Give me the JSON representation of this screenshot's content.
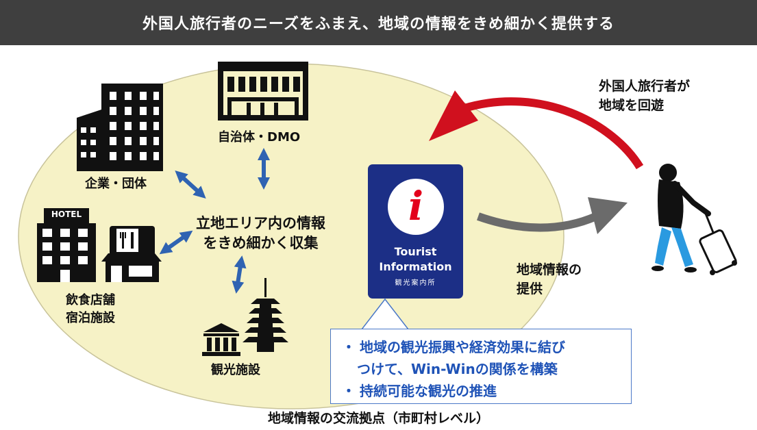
{
  "banner": {
    "title": "外国人旅行者のニーズをふまえ、地域の情報をきめ細かく提供する"
  },
  "center": {
    "line1": "立地エリア内の情報",
    "line2": "をきめ細かく収集"
  },
  "nodes": {
    "municipality": "自治体・DMO",
    "company": "企業・団体",
    "hotel_sign": "HOTEL",
    "restaurant_line1": "飲食店舗",
    "restaurant_line2": "宿泊施設",
    "tourism": "観光施設"
  },
  "tourist_info": {
    "icon_letter": "i",
    "line1": "Tourist",
    "line2": "Information",
    "line3": "観光案内所"
  },
  "traveler": {
    "line1": "外国人旅行者が",
    "line2": "地域を回遊"
  },
  "provide": {
    "line1": "地域情報の",
    "line2": "提供"
  },
  "bullets": [
    {
      "line1": "地域の観光振興や経済効果に結び",
      "line2": "つけて、Win-Winの関係を構築"
    },
    {
      "line1": "持続可能な観光の推進"
    }
  ],
  "bullet_glyph": "・",
  "caption": "地域情報の交流拠点（市町村レベル）",
  "colors": {
    "banner_bg": "#3f3f3f",
    "ellipse_fill": "#f6f2c6",
    "arrow_blue": "#2f63b2",
    "arrow_red": "#d0101e",
    "arrow_gray": "#6b6b6b",
    "card_blue": "#1c2f86",
    "bullet_text": "#1f53b7",
    "callout_border": "#4a78c8"
  }
}
